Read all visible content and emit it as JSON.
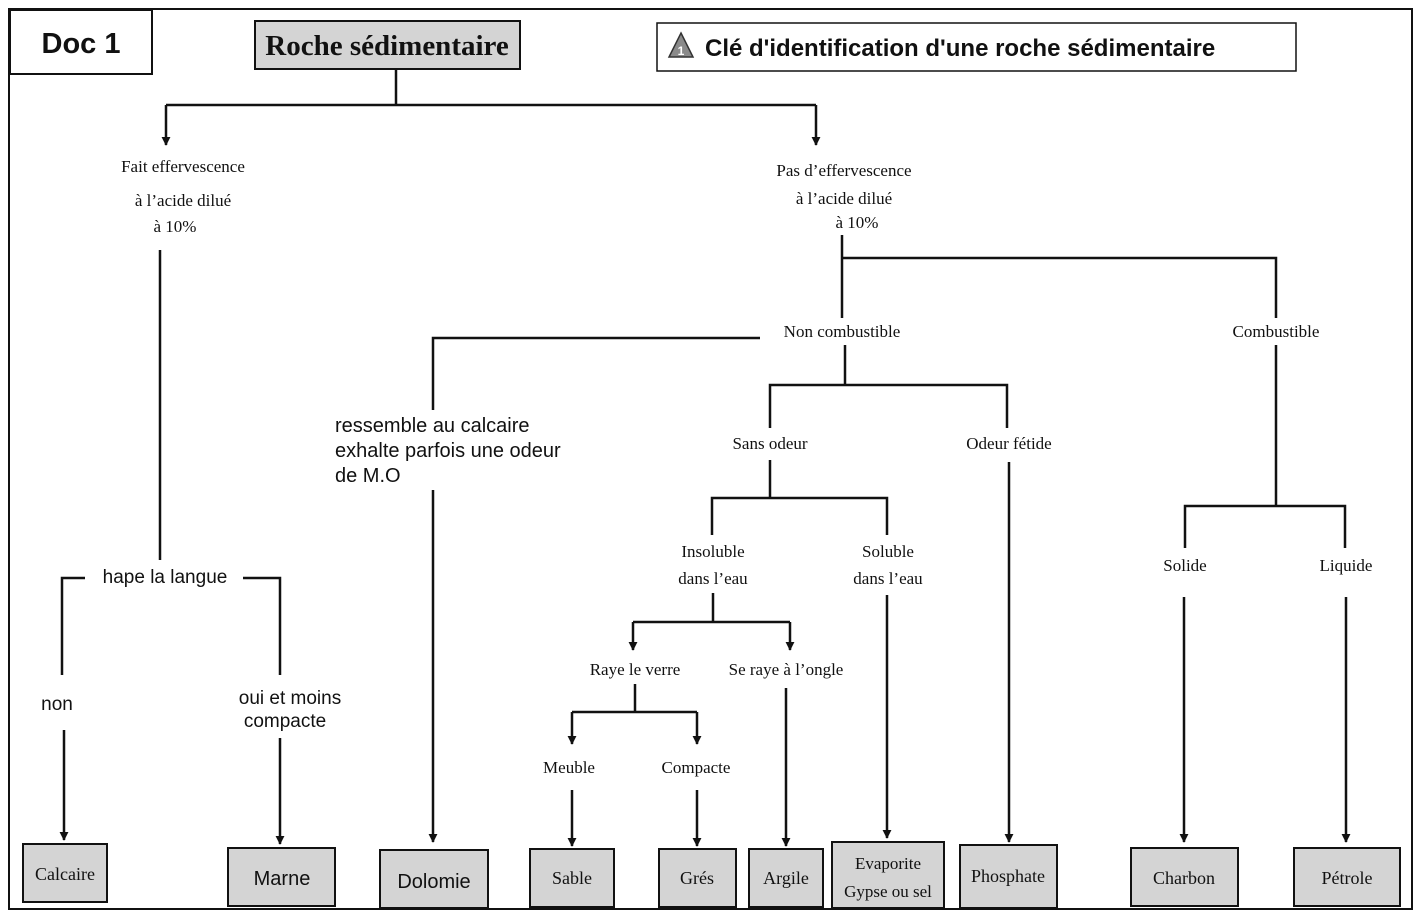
{
  "doc_label": "Doc 1",
  "title": "Roche sédimentaire",
  "key_title": "Clé d'identification d'une roche sédimentaire",
  "key_badge": "1",
  "colors": {
    "box_fill": "#d4d4d4",
    "stroke": "#111111",
    "badge": "#8a8a8a"
  },
  "criteria": {
    "effervescence": [
      "Fait effervescence",
      "à l’acide dilué",
      "à 10%"
    ],
    "no_effervescence": [
      "Pas d’effervescence",
      "à l’acide dilué",
      "à 10%"
    ],
    "non_combustible": "Non combustible",
    "combustible": "Combustible",
    "hape_langue": "hape la langue",
    "non": "non",
    "oui_moins_compacte": [
      "oui et moins",
      "compacte"
    ],
    "ressemble_calcaire": [
      "ressemble au calcaire",
      "exhalte parfois une odeur",
      "de M.O"
    ],
    "sans_odeur": "Sans odeur",
    "odeur_fetide": "Odeur fétide",
    "insoluble": [
      "Insoluble",
      "dans l’eau"
    ],
    "soluble": [
      "Soluble",
      "dans l’eau"
    ],
    "raye_verre": "Raye le verre",
    "se_raye_ongle": "Se raye à l’ongle",
    "meuble": "Meuble",
    "compacte": "Compacte",
    "solide": "Solide",
    "liquide": "Liquide"
  },
  "rocks": {
    "calcaire": "Calcaire",
    "marne": "Marne",
    "dolomie": "Dolomie",
    "sable": "Sable",
    "gres": "Grés",
    "argile": "Argile",
    "evaporite": [
      "Evaporite",
      "Gypse ou sel"
    ],
    "phosphate": "Phosphate",
    "charbon": "Charbon",
    "petrole": "Pétrole"
  }
}
